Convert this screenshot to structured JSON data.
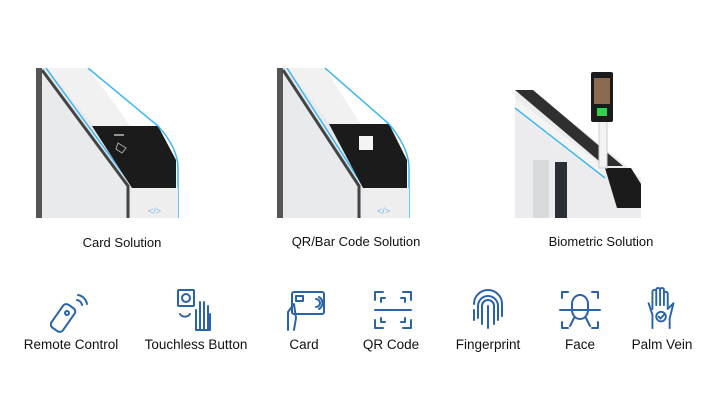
{
  "solutions": [
    {
      "label": "Card Solution"
    },
    {
      "label": "QR/Bar Code Solution"
    },
    {
      "label": "Biometric Solution"
    }
  ],
  "methods": [
    {
      "label": "Remote Control",
      "icon": "remote-control-icon"
    },
    {
      "label": "Touchless Button",
      "icon": "touchless-button-icon"
    },
    {
      "label": "Card",
      "icon": "card-icon"
    },
    {
      "label": "QR Code",
      "icon": "qr-code-icon"
    },
    {
      "label": "Fingerprint",
      "icon": "fingerprint-icon"
    },
    {
      "label": "Face",
      "icon": "face-icon"
    },
    {
      "label": "Palm Vein",
      "icon": "palm-vein-icon"
    }
  ],
  "colors": {
    "icon": "#2a63a8",
    "accent_edge": "#3fb6f0",
    "panel": "#1b1b1b"
  }
}
